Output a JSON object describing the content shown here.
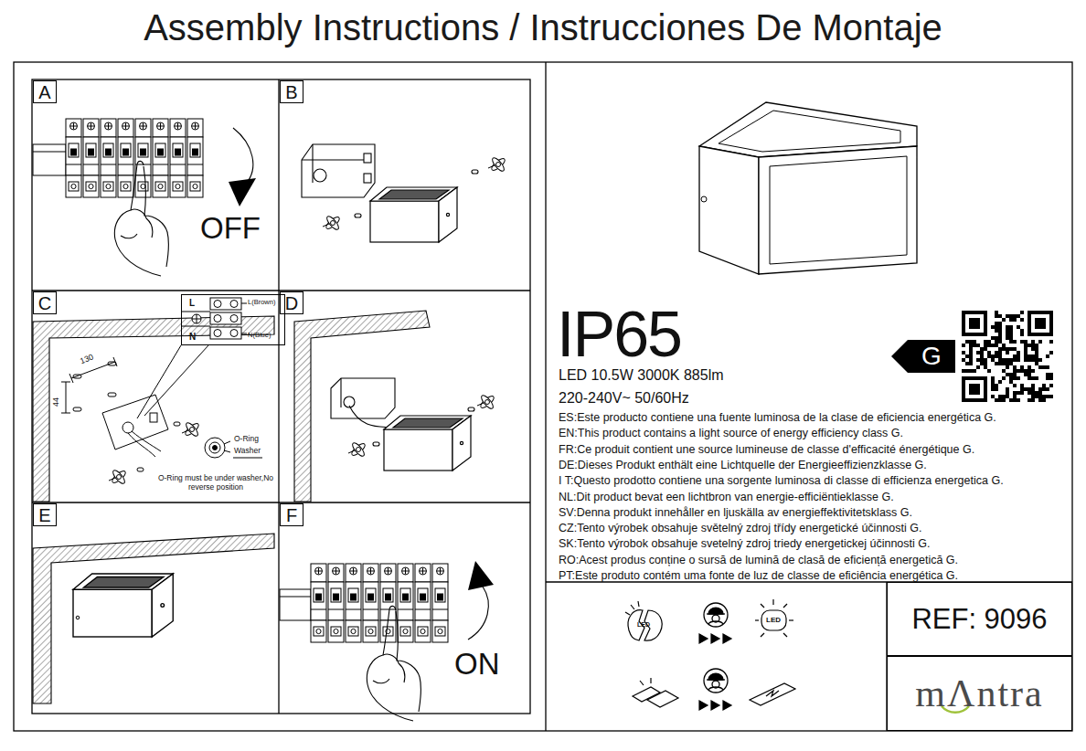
{
  "diagram": {
    "title": "Assembly Instructions / Instrucciones De Montaje",
    "nodes": [
      {
        "text": [
          "A"
        ]
      },
      {
        "text": [
          "B"
        ]
      },
      {
        "text": [
          "C"
        ]
      },
      {
        "text": [
          "L",
          "L(Brown)",
          "N",
          "N(Blue)"
        ]
      },
      {
        "text": [
          "D"
        ]
      },
      {
        "text": [
          "E"
        ]
      },
      {
        "text": [
          "F"
        ]
      },
      {
        "text": [
          "G"
        ]
      },
      {
        "text": [
          "REF: 9096"
        ]
      },
      {
        "text": [
          "mΛntra"
        ]
      }
    ],
    "labels": [
      "OFF",
      "130",
      "44",
      "O-Ring",
      "Washer",
      "O-Ring must be under washer,No reverse position",
      "ON",
      "IP65",
      "LED 10.5W 3000K 885lm",
      "220-240V~ 50/60Hz",
      "ES:Este producto contiene una fuente luminosa de la clase de eficiencia energética G.",
      "EN:This product contains a light source of energy efficiency class G.",
      "FR:Ce produit contient une source lumineuse de classe d'efficacité énergétique G.",
      "DE:Dieses Produkt enthält eine Lichtquelle der Energieeffizienzklasse G.",
      "I T:Questo prodotto contiene una sorgente luminosa di classe di efficienza energetica G.",
      "NL:Dit product bevat een lichtbron van energie-efficiëntieklasse G.",
      "SV:Denna produkt innehåller en ljuskälla av energieffektivitetsklass G.",
      "CZ:Tento výrobek obsahuje světelný zdroj třídy energetické účinnosti G.",
      "SK:Tento výrobok obsahuje svetelný zdroj triedy energetickej účinnosti G.",
      "RO:Acest produs conține o sursă de lumină de clasă de eficiență energetică G.",
      "PT:Este produto contém uma fonte de luz de classe de eficiência energética G.",
      "LED",
      "LED"
    ]
  }
}
